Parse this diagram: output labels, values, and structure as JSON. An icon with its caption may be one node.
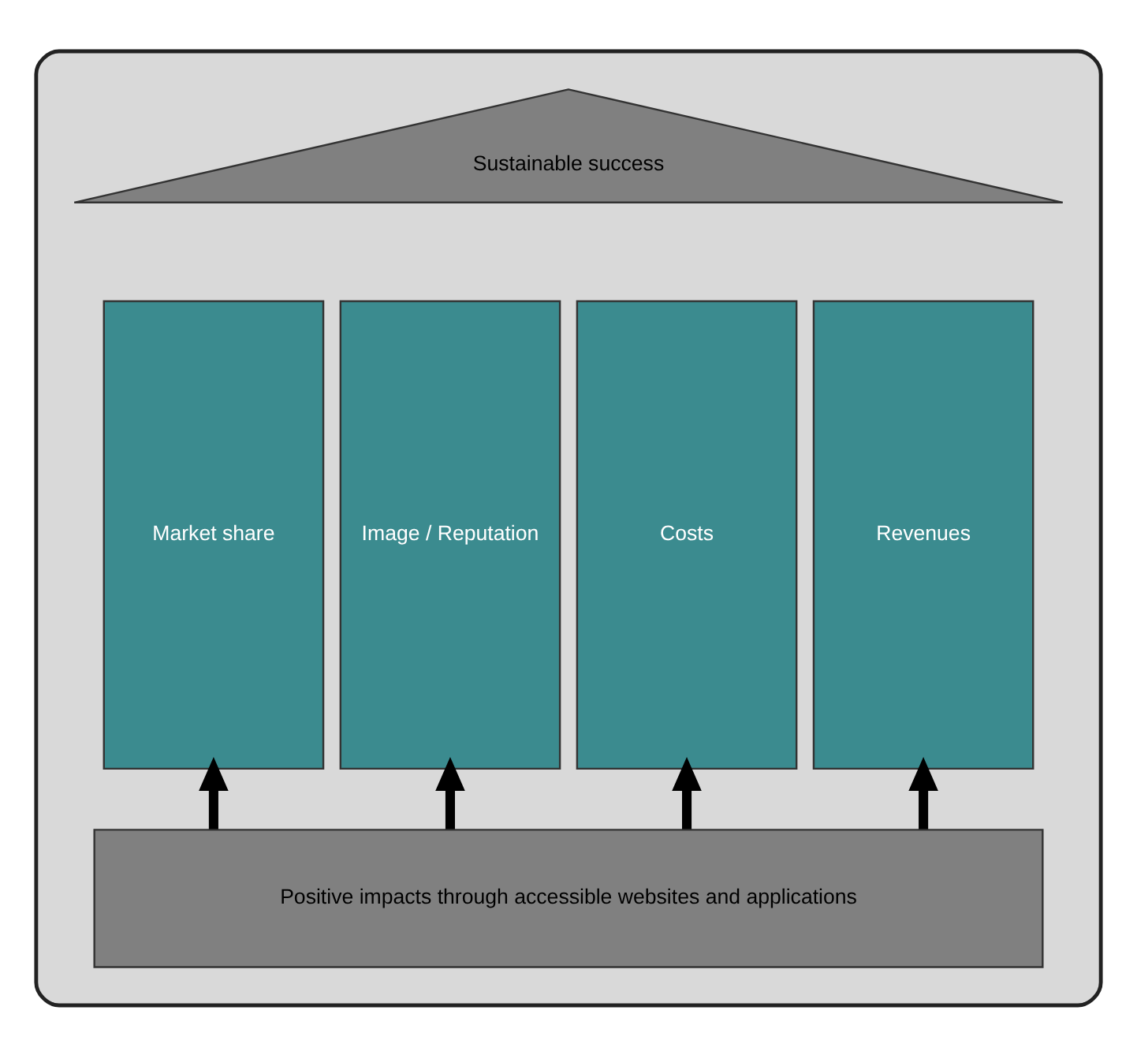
{
  "diagram": {
    "nodes": [
      {
        "text": [],
        "shape": "box"
      },
      {
        "text": [
          "Sustainable success"
        ],
        "in": 0
      },
      {
        "text": [
          "Market share"
        ],
        "in": 0
      },
      {
        "text": [
          "Image / Reputation"
        ],
        "in": 0
      },
      {
        "text": [
          "Costs"
        ],
        "in": 0
      },
      {
        "text": [
          "Revenues"
        ],
        "in": 0
      },
      {
        "text": [
          "Positive impacts through accessible websites and applications"
        ],
        "in": 0
      }
    ],
    "edges": [
      {
        "from": 6,
        "to": 2,
        "arrow": "to"
      },
      {
        "from": 6,
        "to": 3,
        "arrow": "to"
      },
      {
        "from": 6,
        "to": 4,
        "arrow": "to"
      },
      {
        "from": 6,
        "to": 5,
        "arrow": "to"
      }
    ]
  }
}
